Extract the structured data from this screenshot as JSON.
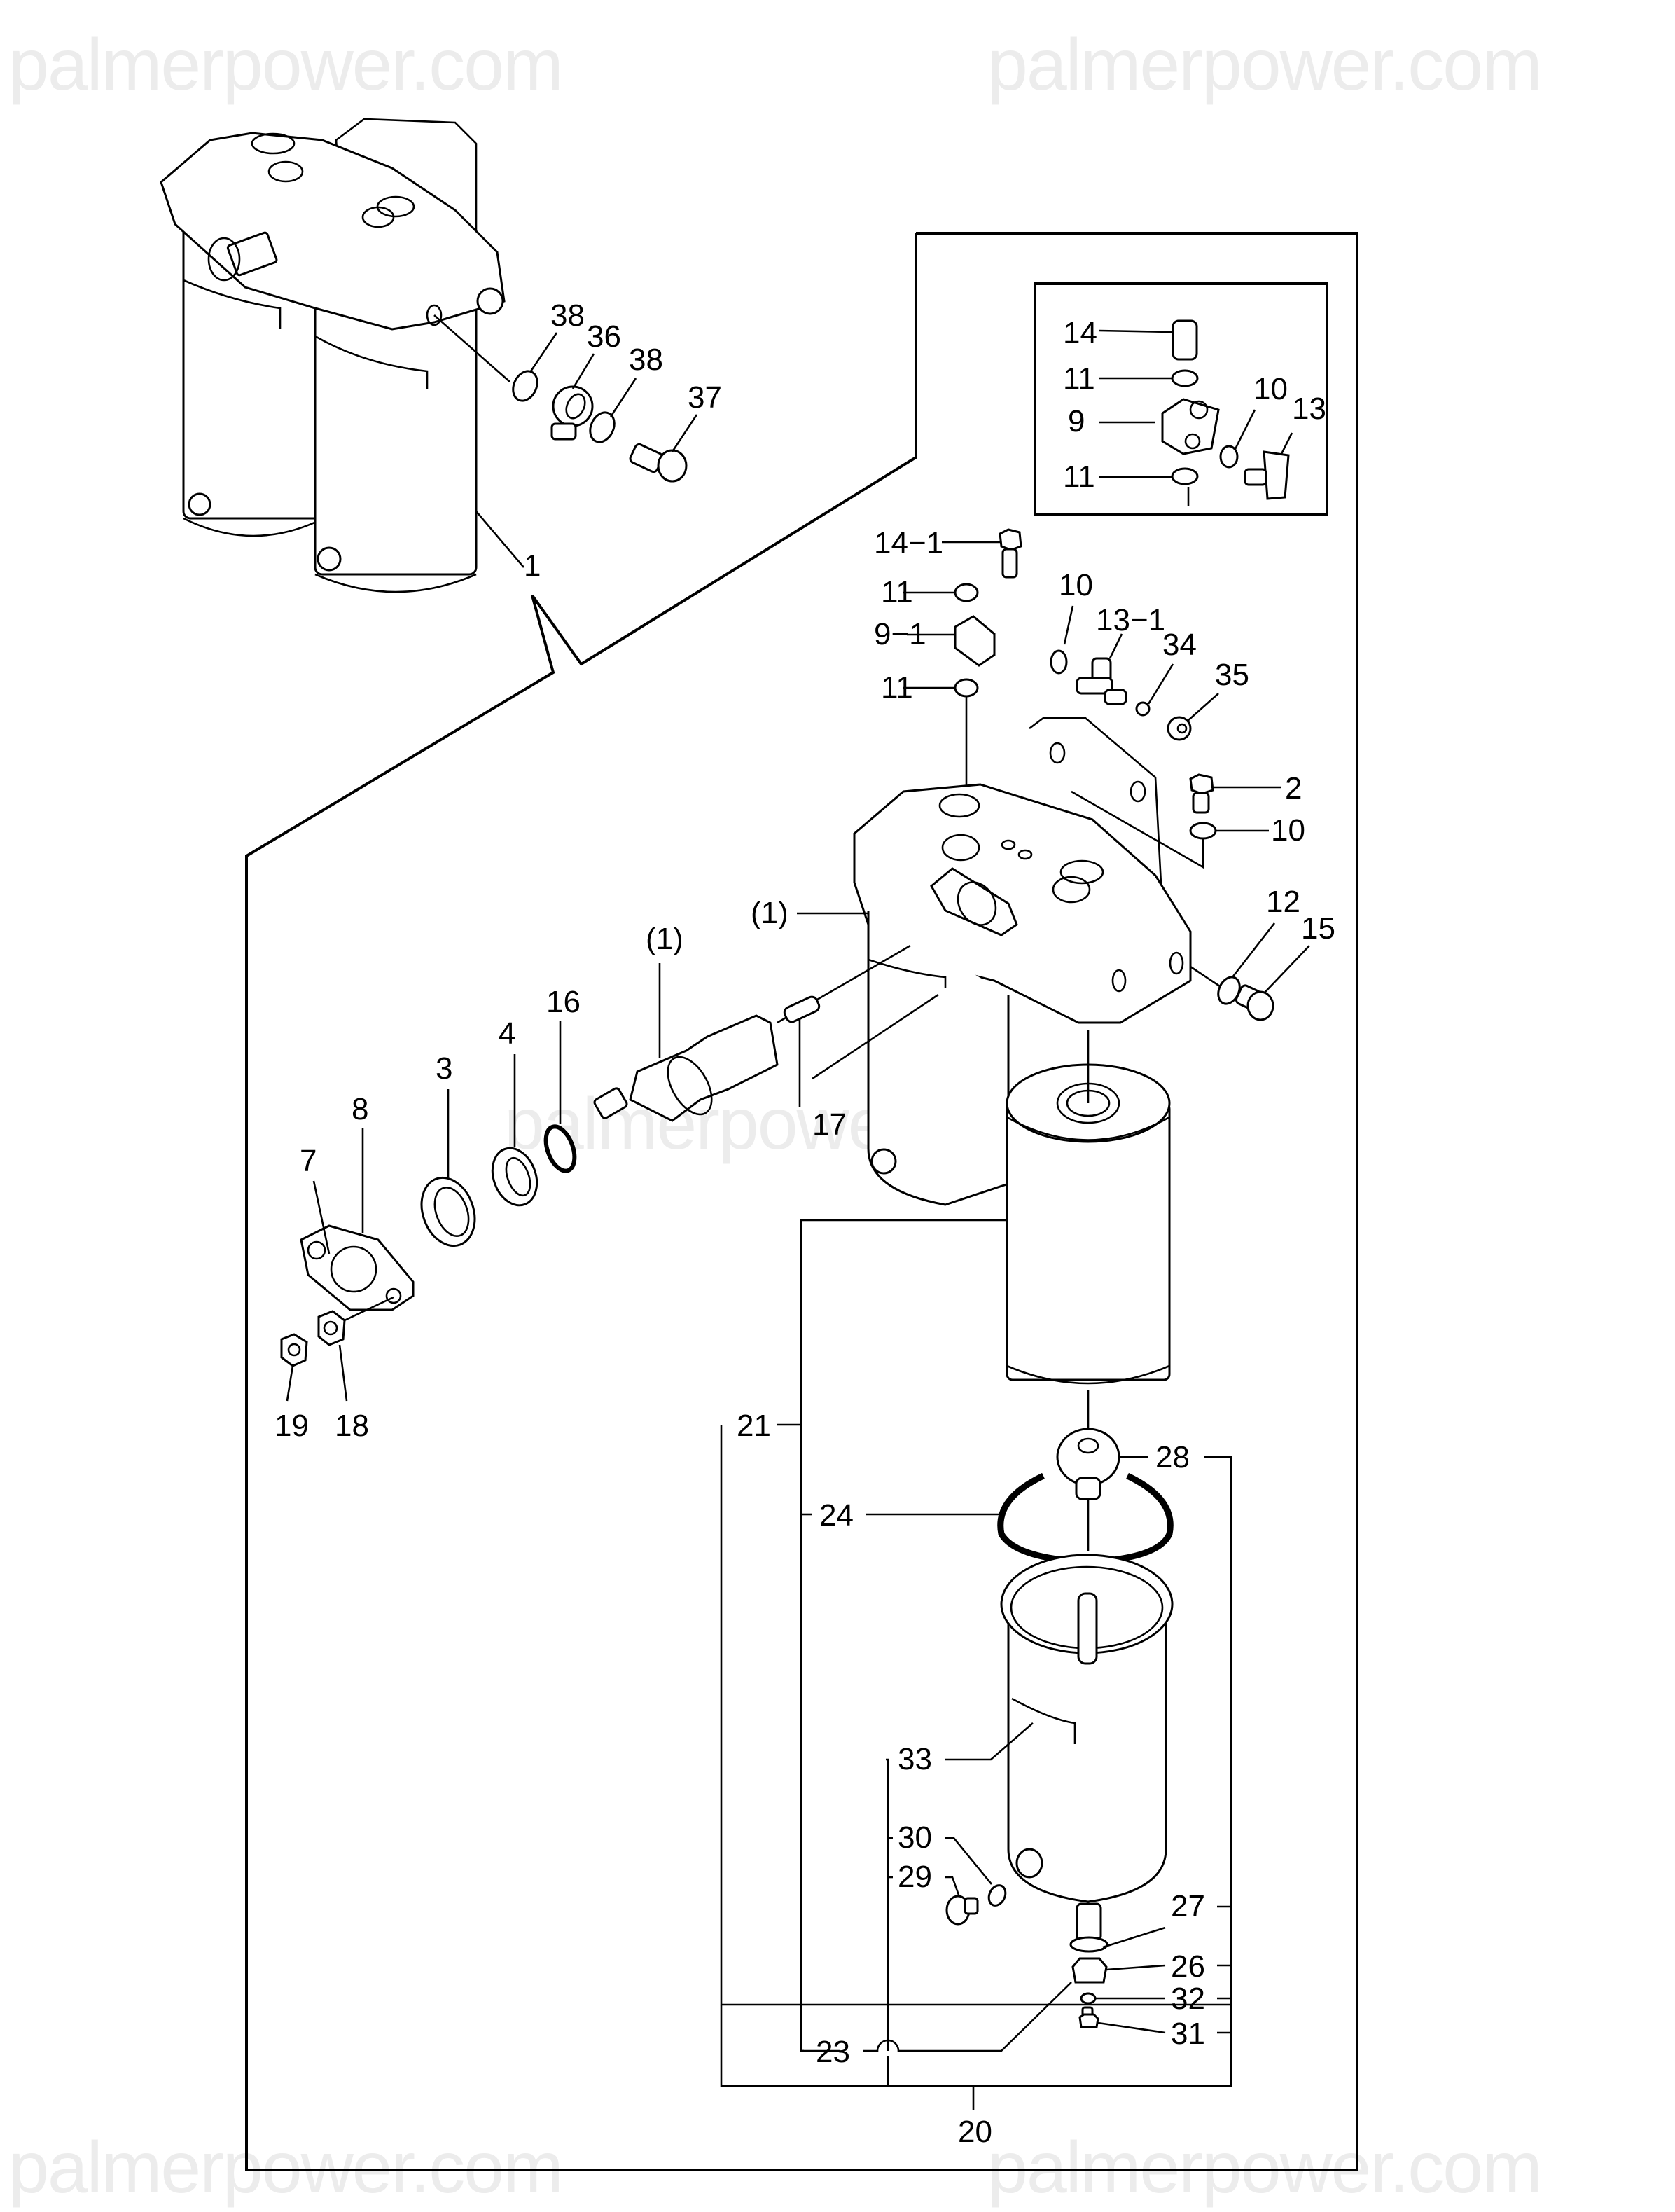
{
  "watermark": {
    "text": "palmerpower.com"
  },
  "diagram": {
    "type": "exploded-parts-diagram",
    "subject": "Fuel filter assembly (dual canister, with water separator)",
    "callouts": {
      "c1": "1",
      "c38a": "38",
      "c36": "36",
      "c38b": "38",
      "c37": "37",
      "inset_c14": "14",
      "inset_c11a": "11",
      "inset_c9": "9",
      "inset_c10": "10",
      "inset_c13": "13",
      "inset_c11b": "11",
      "c14_1": "14−1",
      "c11a": "11",
      "c9_1": "9−1",
      "c11b": "11",
      "c10a": "10",
      "c13_1": "13−1",
      "c34": "34",
      "c35": "35",
      "c2": "2",
      "c10b": "10",
      "c12": "12",
      "c15": "15",
      "c1_paren_a": "(1)",
      "c1_paren_b": "(1)",
      "c16": "16",
      "c4": "4",
      "c3": "3",
      "c8": "8",
      "c7": "7",
      "c17": "17",
      "c19": "19",
      "c18": "18",
      "c21": "21",
      "c28": "28",
      "c24": "24",
      "c33": "33",
      "c30": "30",
      "c29": "29",
      "c27": "27",
      "c26": "26",
      "c32": "32",
      "c31": "31",
      "c23": "23",
      "c20": "20"
    },
    "parts_list": [
      "1",
      "2",
      "3",
      "4",
      "7",
      "8",
      "9",
      "9-1",
      "10",
      "11",
      "12",
      "13",
      "13-1",
      "14",
      "14-1",
      "15",
      "16",
      "17",
      "18",
      "19",
      "20",
      "21",
      "23",
      "24",
      "26",
      "27",
      "28",
      "29",
      "30",
      "31",
      "32",
      "33",
      "34",
      "35",
      "36",
      "37",
      "38"
    ]
  }
}
